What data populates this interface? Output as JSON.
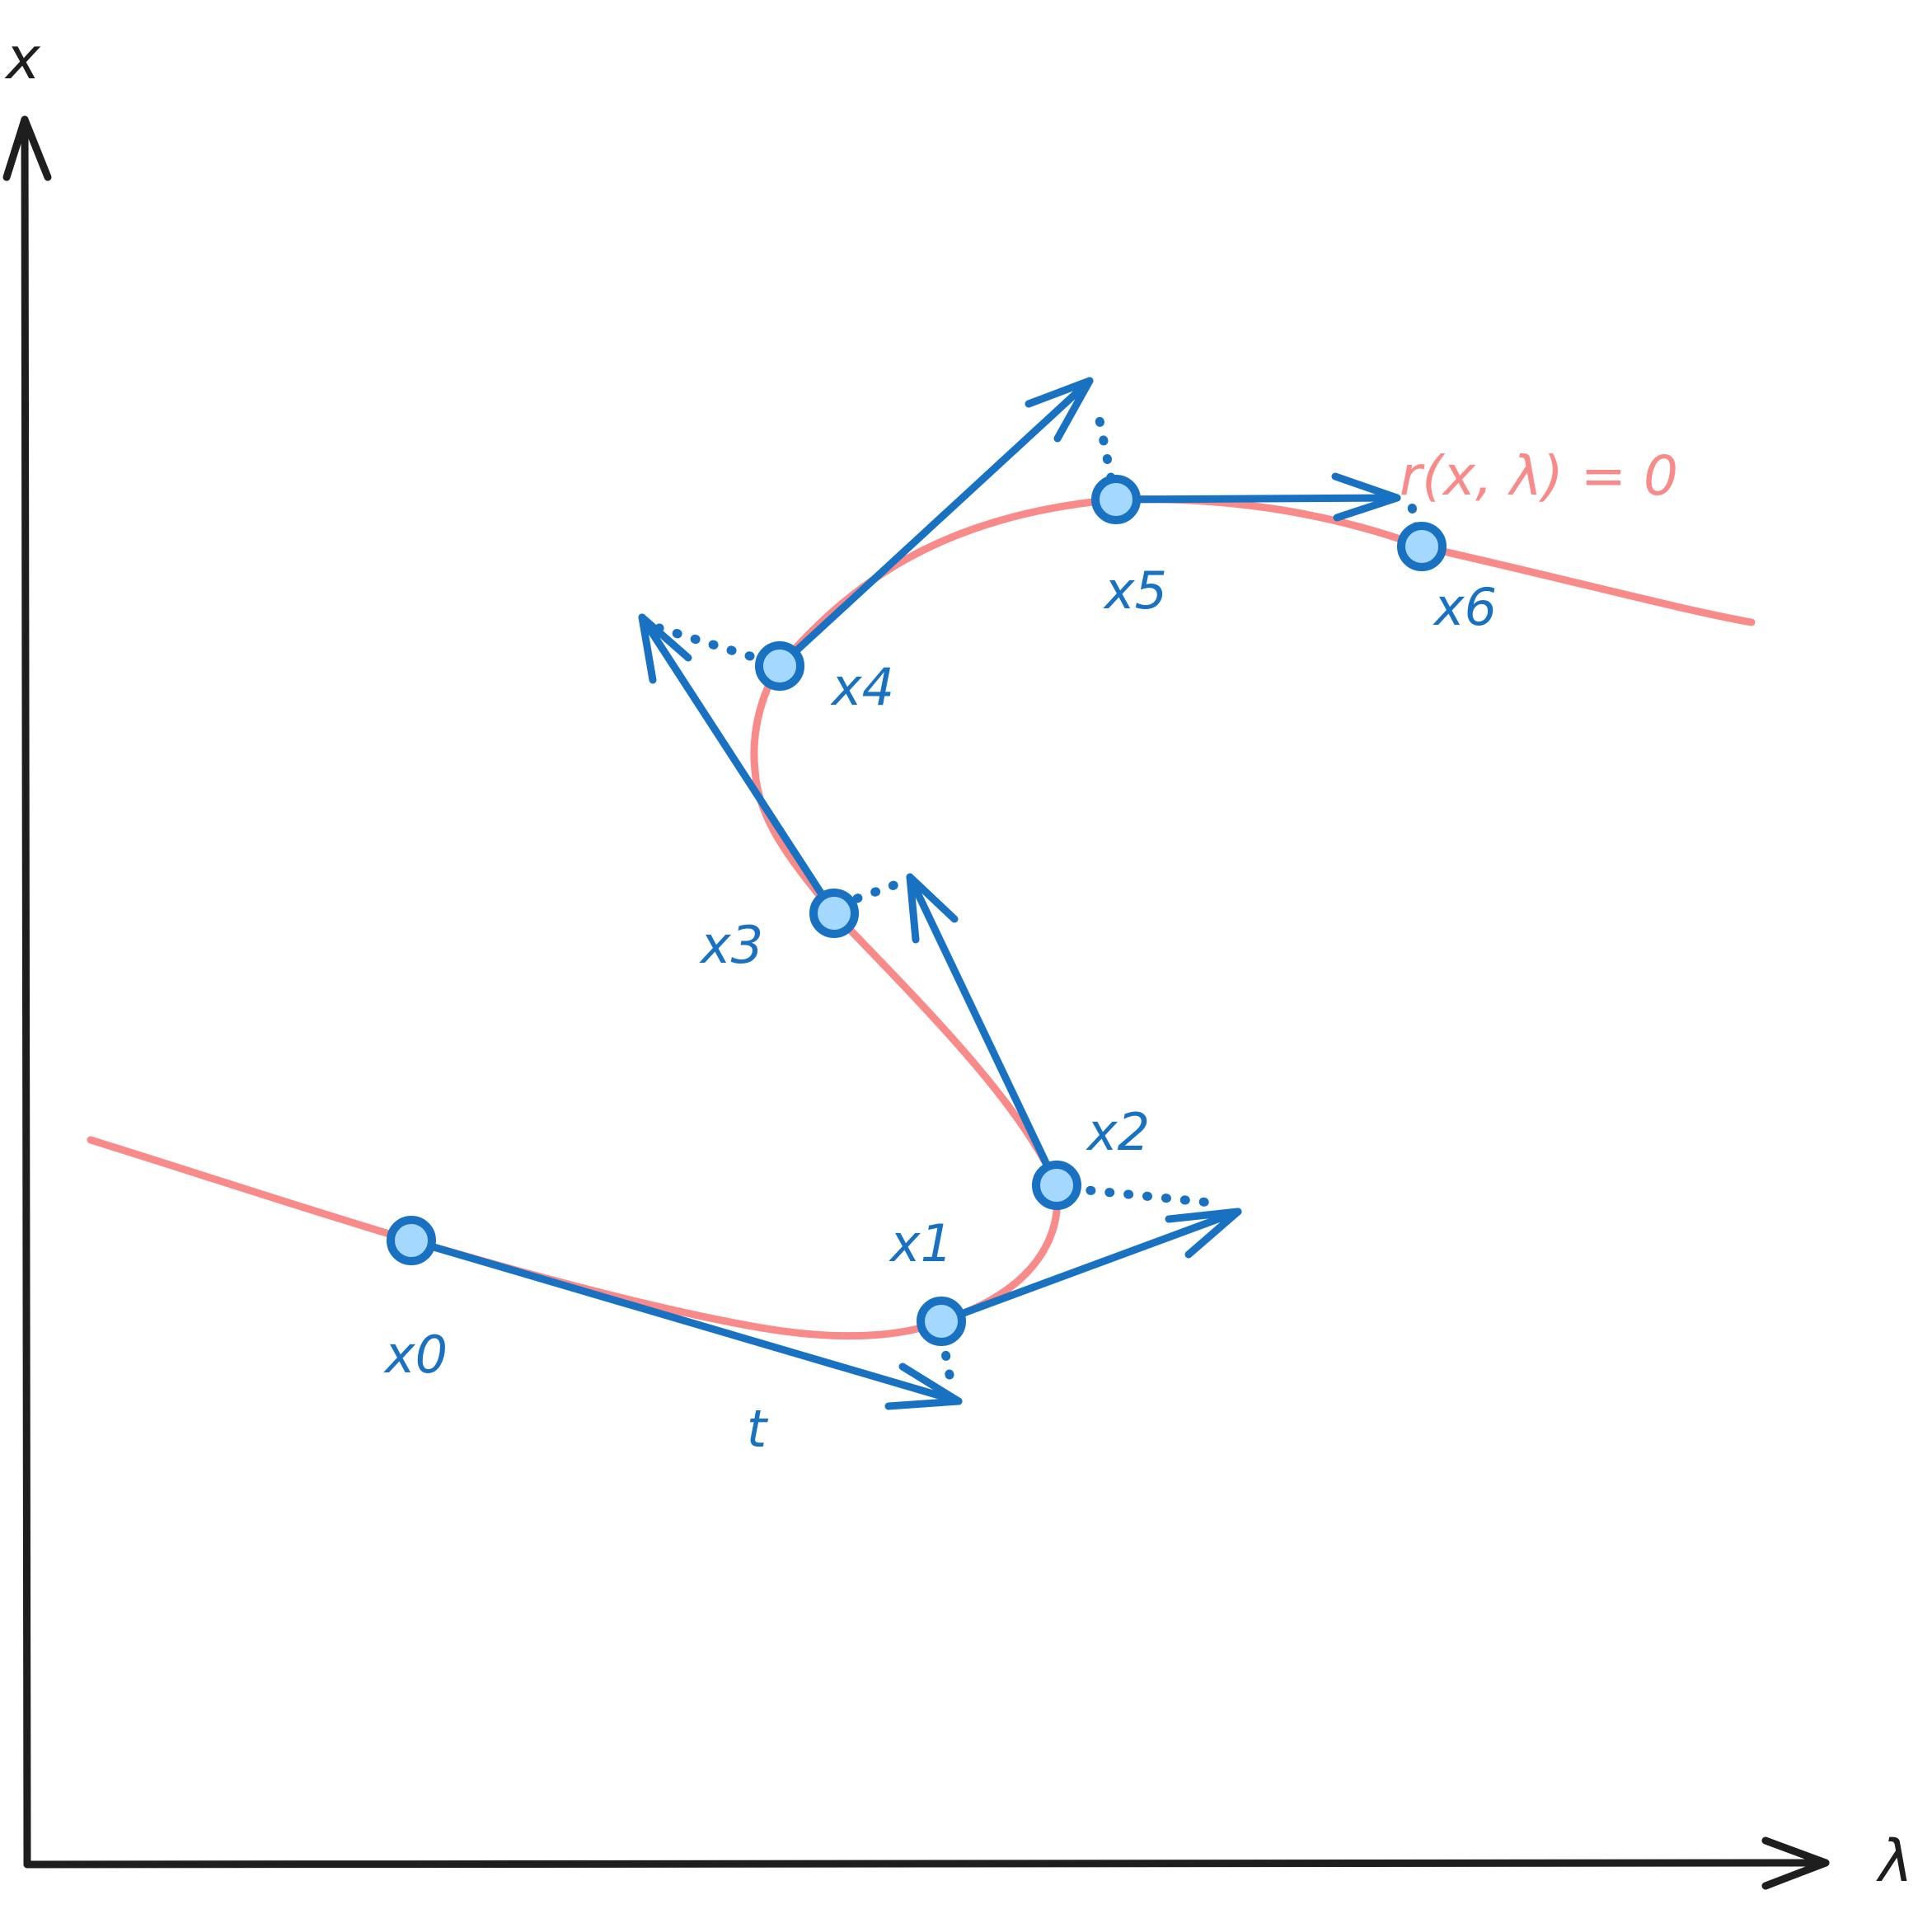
{
  "colors": {
    "axis": "#1e1e1e",
    "curve": "#f88a8a",
    "arrow": "#1971c2",
    "point_fill": "#a5d8ff",
    "point_stroke": "#1971c2"
  },
  "axes": {
    "y_label": "x",
    "x_label": "λ"
  },
  "curve_label": "r(x, λ) = 0",
  "tangent_label": "t",
  "points": [
    {
      "id": "x0",
      "label": "x0"
    },
    {
      "id": "x1",
      "label": "x1"
    },
    {
      "id": "x2",
      "label": "x2"
    },
    {
      "id": "x3",
      "label": "x3"
    },
    {
      "id": "x4",
      "label": "x4"
    },
    {
      "id": "x5",
      "label": "x5"
    },
    {
      "id": "x6",
      "label": "x6"
    }
  ]
}
